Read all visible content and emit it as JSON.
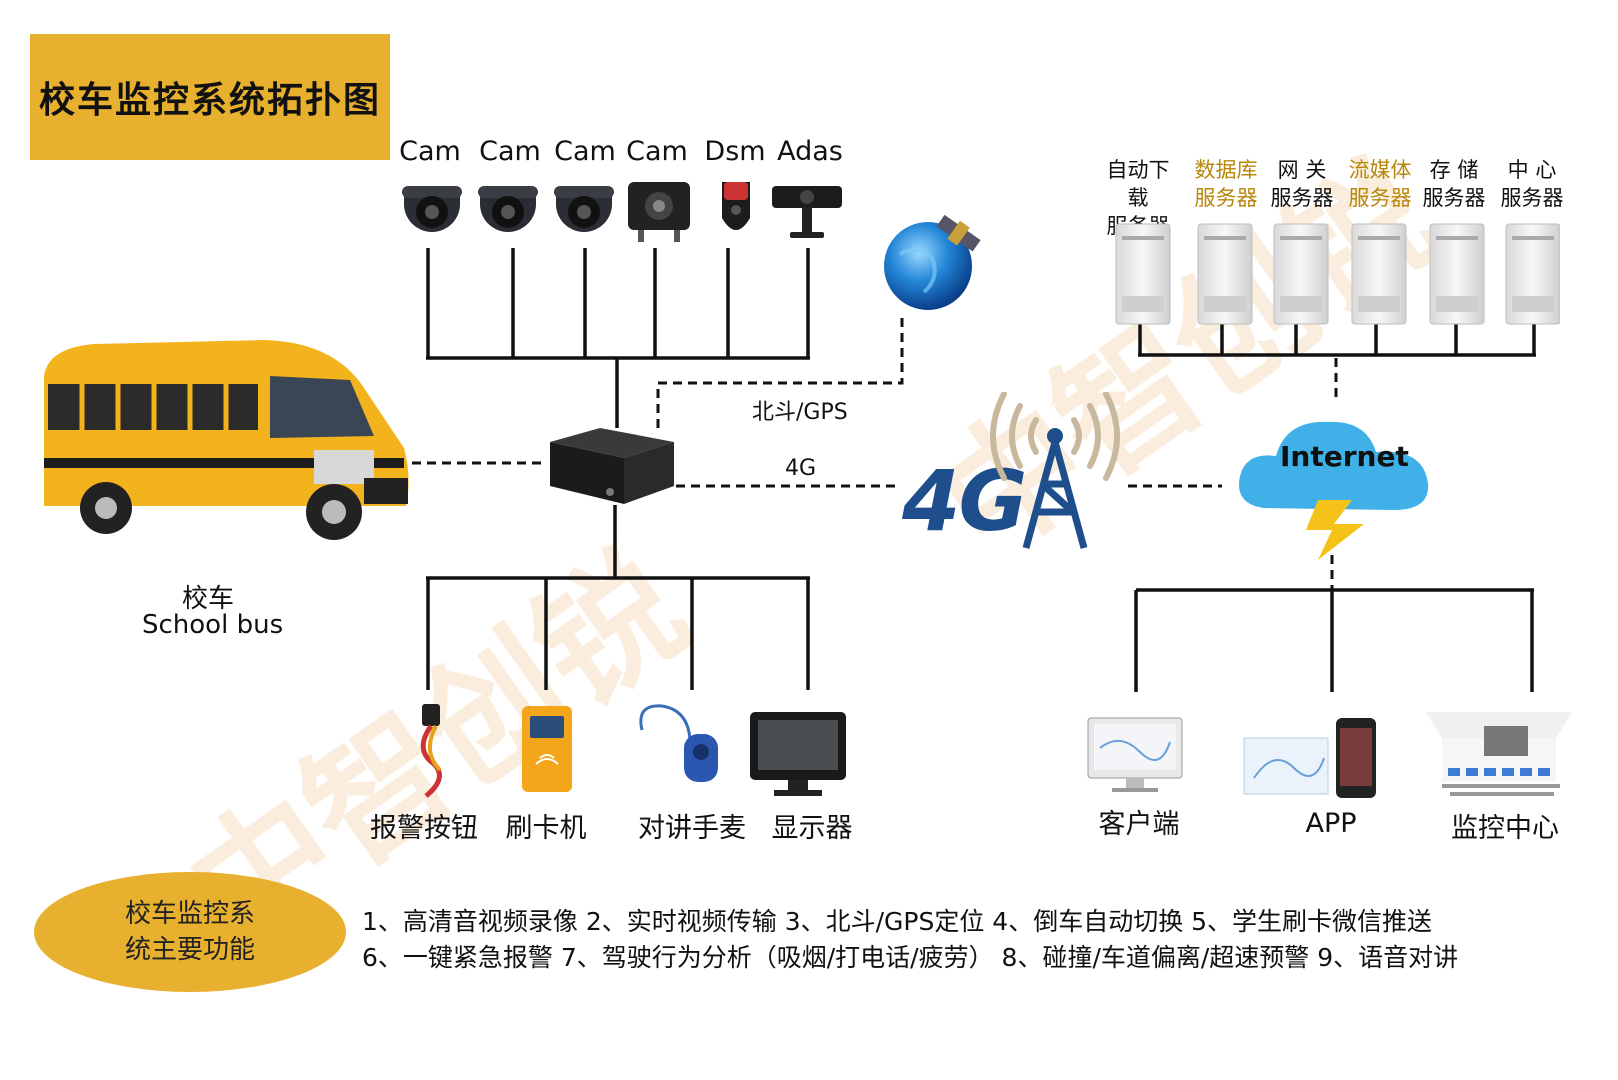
{
  "title": "校车监控系统拓扑图",
  "cameras": [
    "Cam",
    "Cam",
    "Cam",
    "Cam",
    "Dsm",
    "Adas"
  ],
  "servers": [
    {
      "line1": "自动下载",
      "line2": "服务器"
    },
    {
      "line1": "数据库",
      "line2": "服务器"
    },
    {
      "line1": "网 关",
      "line2": "服务器"
    },
    {
      "line1": "流媒体",
      "line2": "服务器"
    },
    {
      "line1": "存 储",
      "line2": "服务器"
    },
    {
      "line1": "中 心",
      "line2": "服务器"
    }
  ],
  "bus": {
    "cn": "校车",
    "en": "School bus"
  },
  "links": {
    "gps": "北斗/GPS",
    "net4g": "4G"
  },
  "tower_text": "4G",
  "cloud_text": "Internet",
  "devices": [
    "报警按钮",
    "刷卡机",
    "对讲手麦",
    "显示器"
  ],
  "clients": [
    "客户端",
    "APP",
    "监控中心"
  ],
  "features_title": [
    "校车监控系",
    "统主要功能"
  ],
  "features": [
    "1、高清音视频录像 2、实时视频传输 3、北斗/GPS定位 4、倒车自动切换 5、学生刷卡微信推送",
    "6、一键紧急报警 7、驾驶行为分析（吸烟/打电话/疲劳） 8、碰撞/车道偏离/超速预警 9、语音对讲"
  ],
  "watermark": "中智创锐",
  "colors": {
    "accent": "#e7b02e",
    "bus": "#f2b31c",
    "tower": "#1e4f8c",
    "cloud": "#3fb0e8",
    "lightning": "#f5c21a"
  }
}
